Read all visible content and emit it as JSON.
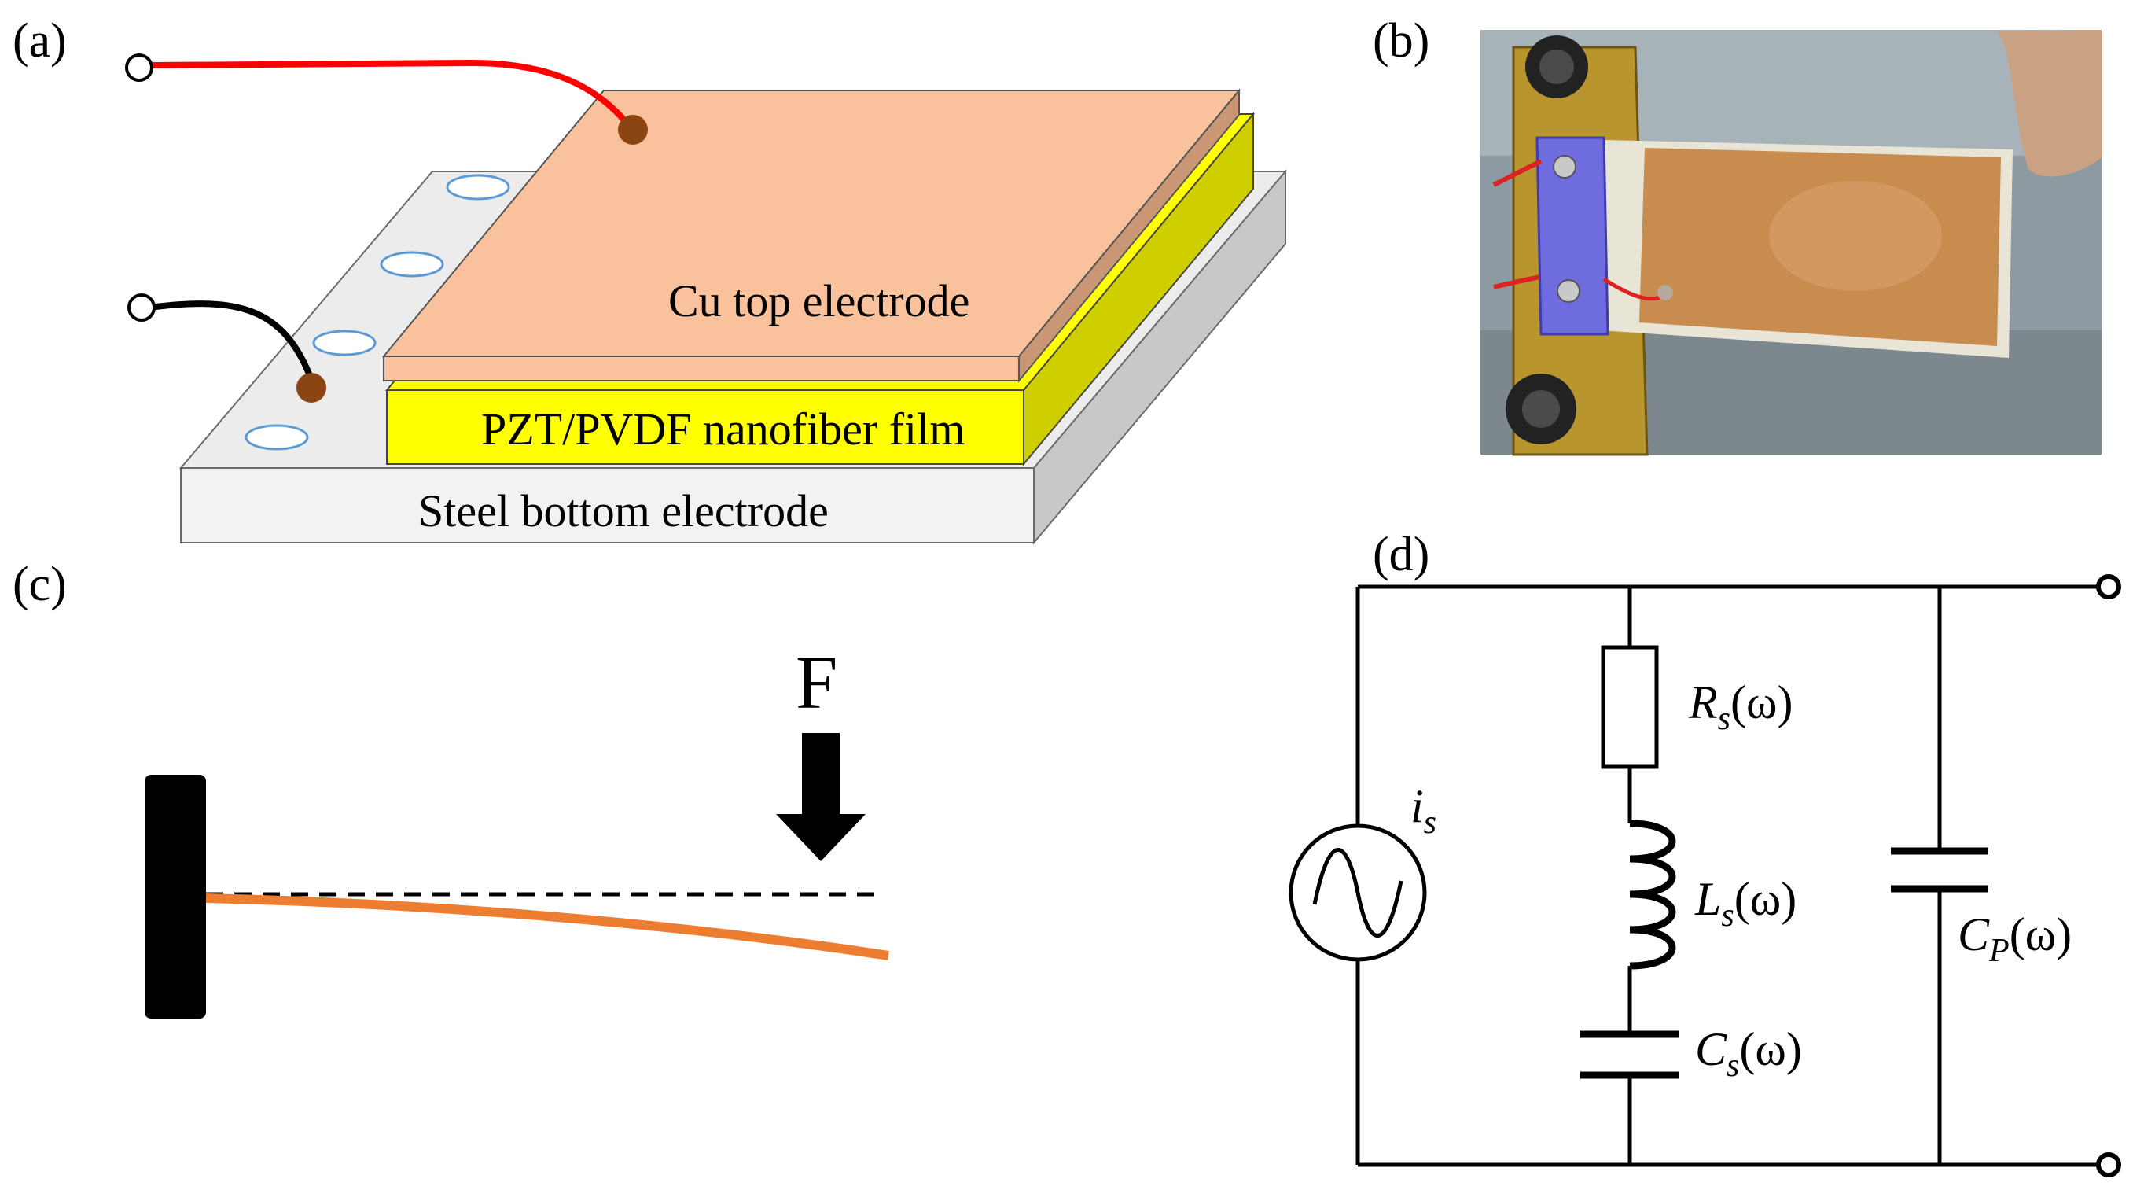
{
  "panels": {
    "a": "(a)",
    "b": "(b)",
    "c": "(c)",
    "d": "(d)"
  },
  "panel_a": {
    "top_electrode": "Cu top electrode",
    "film": "PZT/PVDF nanofiber film",
    "bottom_electrode": "Steel bottom electrode",
    "colors": {
      "copper": "#f9c29c",
      "film": "#ffff00",
      "film_side": "#cfcf00",
      "steel": "#ececec",
      "wire_red": "#ff0000",
      "wire_black": "#000000",
      "solder": "#8b4513"
    }
  },
  "panel_c": {
    "force": "F",
    "colors": {
      "beam": "#ed7d31",
      "clamp": "#000000"
    }
  },
  "panel_d": {
    "source": {
      "sym": "i",
      "sub": "s"
    },
    "rs": {
      "sym": "R",
      "sub": "s",
      "arg": "(ω)"
    },
    "ls": {
      "sym": "L",
      "sub": "s",
      "arg": "(ω)"
    },
    "cs": {
      "sym": "C",
      "sub": "s",
      "arg": "(ω)"
    },
    "cp": {
      "sym": "C",
      "sub": "P",
      "arg": "(ω)"
    }
  }
}
